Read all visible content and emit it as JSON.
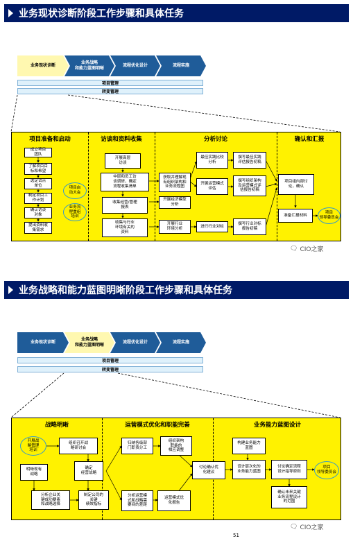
{
  "section1": {
    "title": "业务现状诊断阶段工作步骤和具体任务",
    "phases": [
      "业务现状诊断",
      "业务战略\n和能力蓝图明晰",
      "流程优化设计",
      "流程实施"
    ],
    "bars": [
      "项目管理",
      "转变管理"
    ],
    "stages": [
      "项目准备和启动",
      "访谈和资料收集",
      "分析讨论",
      "确认和汇报"
    ],
    "boxes": {
      "b1": "成立项目\n团队",
      "b2": "了解项目目\n标和希望",
      "b3": "选定试点\n单位",
      "b4": "制定项目工\n作计划",
      "b5": "确认访谈\n对象",
      "b6": "提出资料收\n集需求",
      "c1": "开展高层\n访谈",
      "c2": "中层和员工访\n谈调研，确定\n流程收集清单",
      "c3": "收集经营/管理\n报表",
      "c4": "收集与行业\n环境有关的\n资料",
      "d1": "获取并理解现\n有组织架构和\n业务流程图",
      "d2": "开展经济模型\n分析",
      "d3": "开展行业\n环境分析",
      "d4": "最佳实践比较\n分析",
      "d5": "开展运营模式\n评估",
      "d6": "进行行业对标",
      "d7": "撰写最佳实践\n评估报告初稿",
      "d8": "撰写组织架构\n及运营模式评\n估报告初稿",
      "d9": "撰写行业对标\n报告初稿",
      "e1": "项目组内部讨\n论，确认",
      "e2": "准备汇报材料"
    },
    "ovals": [
      "项目启\n动大会",
      "业务流\n程重组\n培训",
      "项目\n领导委员会"
    ]
  },
  "section2": {
    "title": "业务战略和能力蓝图明晰阶段工作步骤和具体任务",
    "phases": [
      "业务现状诊断",
      "业务战略\n和能力蓝图明晰",
      "流程优化设计",
      "流程实施"
    ],
    "bars": [
      "项目管理",
      "转变管理"
    ],
    "stages": [
      "战略明晰",
      "运营模式优化和职能完善",
      "业务能力蓝图设计"
    ],
    "boxes": {
      "a1": "明晰现有\n战略",
      "a2": "组织召开战\n略研讨会",
      "a3": "确定\n经营战略",
      "a4": "分析企业关\n键成功要素\n和战略选择",
      "a5": "制定公司的\n关键\n绩效指标",
      "m1": "归纳各级部\n门职责分工",
      "m2": "组织架构\n职能的\n相应调整",
      "m3": "讨论确认优\n化建议",
      "m4": "分析运营模\n式和战略需\n要间的差距",
      "m5": "运营模式优\n化报告",
      "r1": "构建业务能力\n蓝图",
      "r2": "设计层次化的\n业务能力蓝图",
      "r3": "讨论确定流程\n设计指导原则",
      "r4": "确认未来关键\n业务流程设计\n的范围"
    },
    "ovals": [
      "开展战\n略管理\n培训",
      "项目\n领导委员会"
    ]
  },
  "watermark": "CIO之家",
  "page_number": "51"
}
